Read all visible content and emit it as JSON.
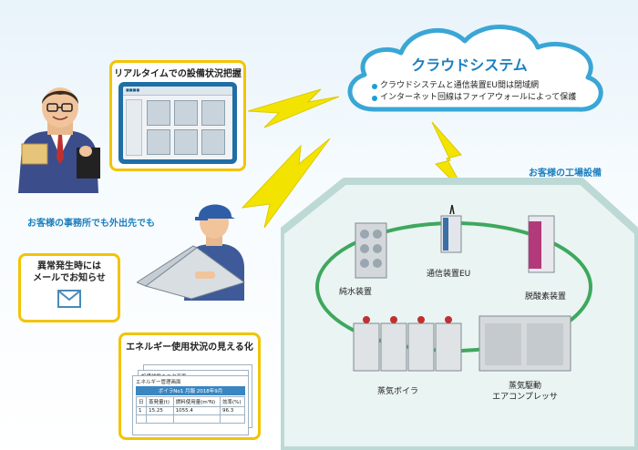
{
  "cloud": {
    "title": "クラウドシステム",
    "bullets": [
      "クラウドシステムと通信装置EU間は閉域網",
      "インターネット回線はファイアウォールによって保護"
    ]
  },
  "realtime": {
    "title": "リアルタイムでの設備状況把握"
  },
  "office": {
    "label": "お客様の事務所でも外出先でも"
  },
  "mail": {
    "line1": "異常発生時には",
    "line2": "メールでお知らせ"
  },
  "energy": {
    "title": "エネルギー使用状況の見える化",
    "doc_back_title": "設備状態モニタ画面",
    "doc_title": "エネルギー管理画面",
    "table_header": "ボイラNo1 月報 2018年9月",
    "columns": [
      "日",
      "蒸発量(t)",
      "燃料使用量(m³N)",
      "効率(%)"
    ],
    "rows": [
      [
        "1",
        "15.25",
        "1055.4",
        "96.3"
      ]
    ]
  },
  "factory": {
    "label": "お客様の工場設備",
    "equipment": {
      "pure_water": "純水装置",
      "comm_eu": "通信装置EU",
      "deoxygen": "脱酸素装置",
      "boiler": "蒸気ボイラ",
      "compressor_line1": "蒸気駆動",
      "compressor_line2": "エアコンプレッサ"
    }
  },
  "colors": {
    "accent_blue": "#1a7fbf",
    "bolt_yellow": "#f2e400",
    "box_yellow": "#f2c400",
    "cloud_border": "#3aa6d6"
  }
}
